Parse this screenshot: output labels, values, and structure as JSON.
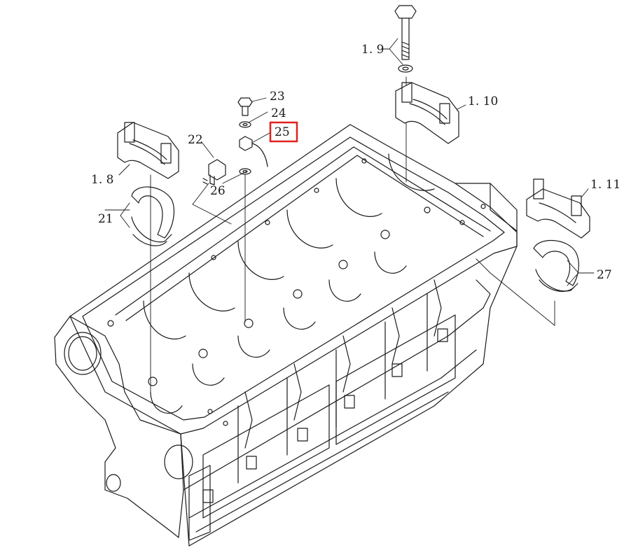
{
  "diagram": {
    "labels": {
      "l_1_8": "1. 8",
      "l_1_9": "1. 9",
      "l_1_10": "1. 10",
      "l_1_11": "1. 11",
      "l_21": "21",
      "l_22": "22",
      "l_23": "23",
      "l_24": "24",
      "l_25": "25",
      "l_26": "26",
      "l_27": "27"
    },
    "highlight_color": "#e02020",
    "line_color": "#1a1a1a",
    "highlighted_label": "25"
  }
}
